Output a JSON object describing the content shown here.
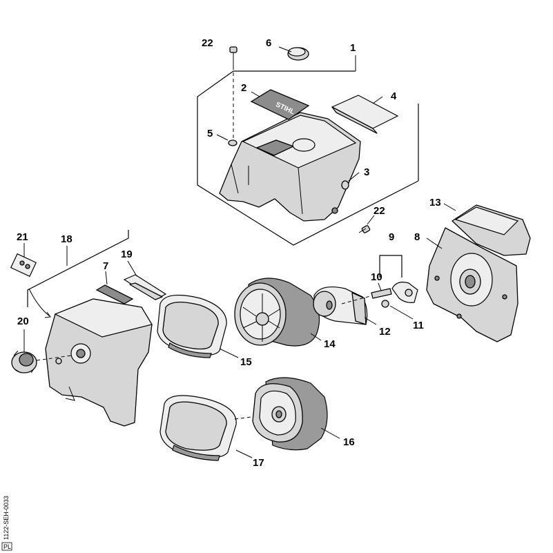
{
  "diagram": {
    "callouts": {
      "c1": "1",
      "c2": "2",
      "c3": "3",
      "c4": "4",
      "c5": "5",
      "c6": "6",
      "c7": "7",
      "c8": "8",
      "c9": "9",
      "c10": "10",
      "c11": "11",
      "c12": "12",
      "c13": "13",
      "c14": "14",
      "c15": "15",
      "c16": "16",
      "c17": "17",
      "c18": "18",
      "c19": "19",
      "c20": "20",
      "c21": "21",
      "c22a": "22",
      "c22b": "22"
    },
    "decal_text": "STIHL",
    "figure_code": "1122-SEH-0033",
    "corner_mark": "PL"
  }
}
